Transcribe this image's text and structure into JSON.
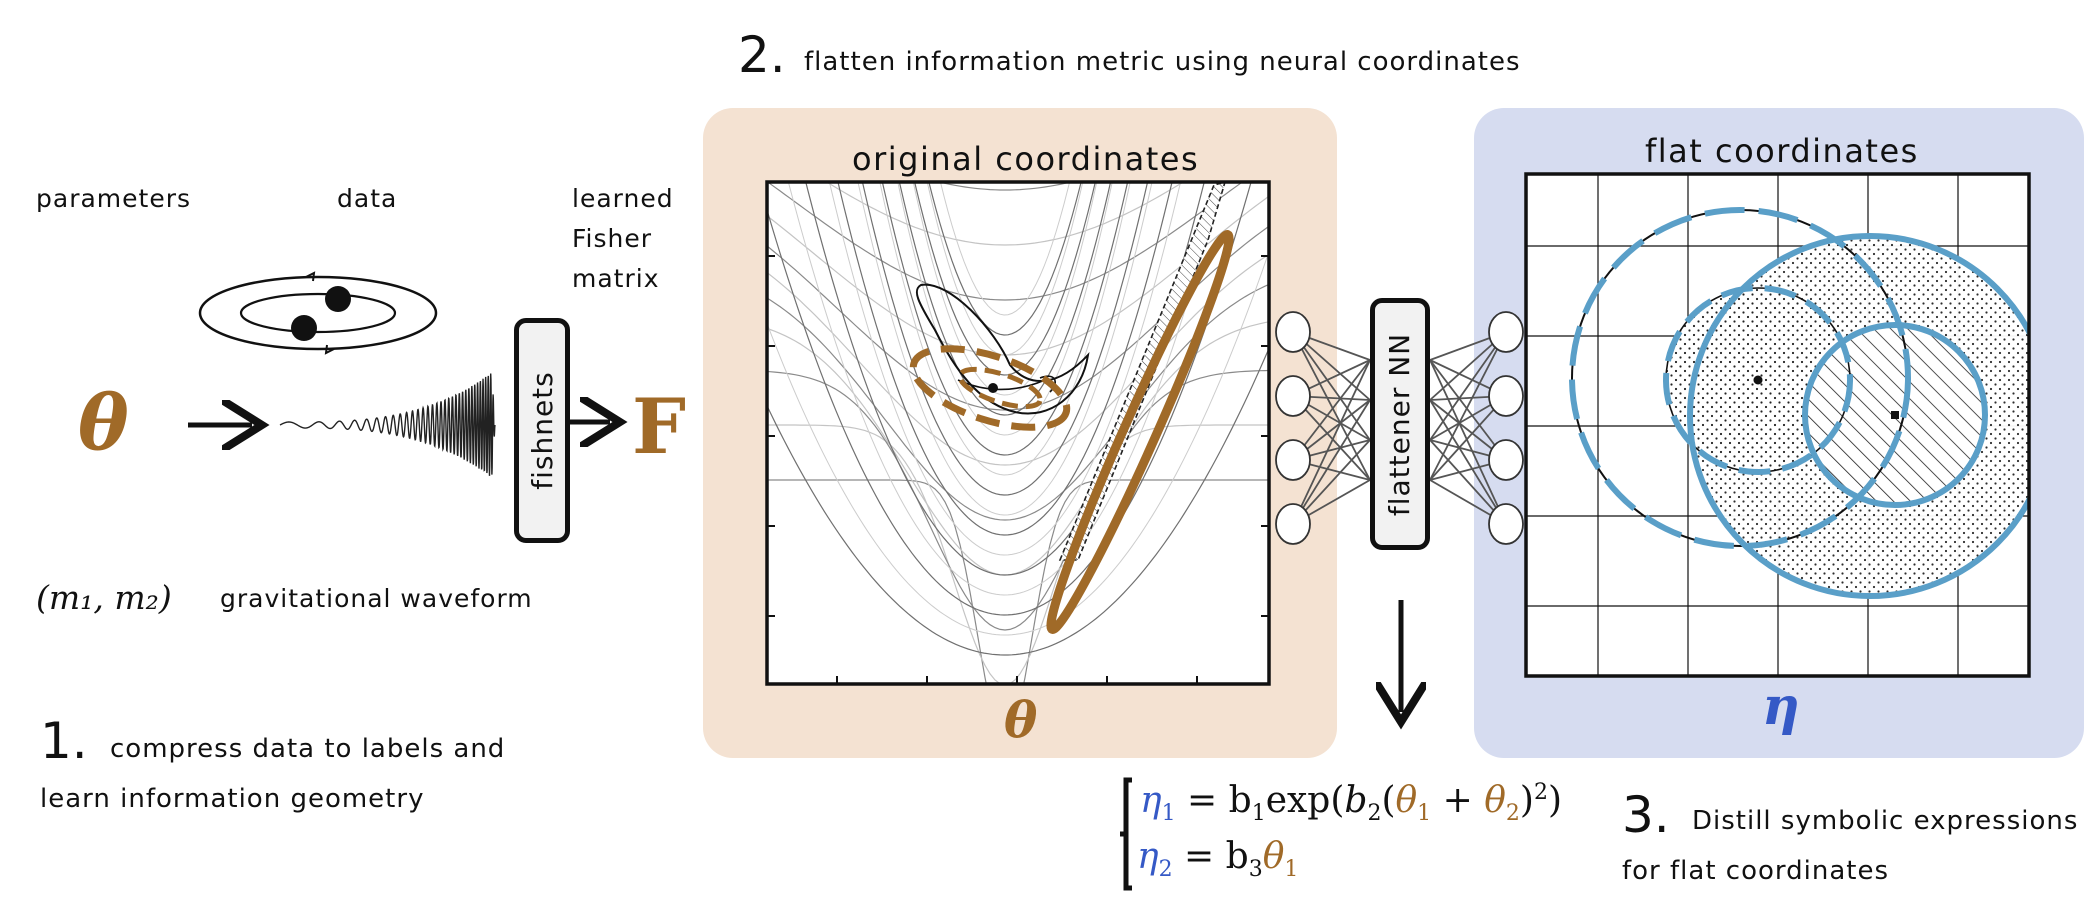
{
  "colors": {
    "brown": "#a06a28",
    "blue": "#3559c6",
    "peach_panel": "#f4e2d2",
    "blue_panel": "#d6dcf0",
    "circle_blue": "#5a9fc8"
  },
  "left": {
    "parameters_label": "parameters",
    "data_label": "data",
    "learned_label": "learned",
    "fisher_label": "Fisher",
    "matrix_label": "matrix",
    "theta_symbol": "θ",
    "fisher_symbol": "F",
    "fishnets_label": "fishnets",
    "masses_label": "(m₁, m₂)",
    "waveform_label": "gravitational waveform"
  },
  "step1": {
    "number": "1.",
    "line1": "compress data to labels and",
    "line2": "learn information geometry"
  },
  "step2": {
    "number": "2.",
    "text": "flatten information metric using neural coordinates"
  },
  "step3": {
    "number": "3.",
    "line1": "Distill symbolic expressions",
    "line2": "for flat coordinates"
  },
  "original_panel": {
    "title": "original coordinates",
    "axis_symbol": "θ"
  },
  "flat_panel": {
    "title": "flat coordinates",
    "axis_symbol": "η"
  },
  "flattener_label": "flattener NN",
  "equations": {
    "eq1": {
      "lhs": "η",
      "lhs_sub": "1",
      "rhs_pre": "= b",
      "b1_sub": "1",
      "exp": "exp(",
      "b2": "b",
      "b2_sub": "2",
      "paren": "(",
      "t1": "θ",
      "t1_sub": "1",
      "plus": " + ",
      "t2": "θ",
      "t2_sub": "2",
      "close": ")",
      "pow": "2",
      "end": ")"
    },
    "eq2": {
      "lhs": "η",
      "lhs_sub": "2",
      "rhs_pre": "= b",
      "b3_sub": "3",
      "t": "θ",
      "t_sub": "1"
    }
  }
}
